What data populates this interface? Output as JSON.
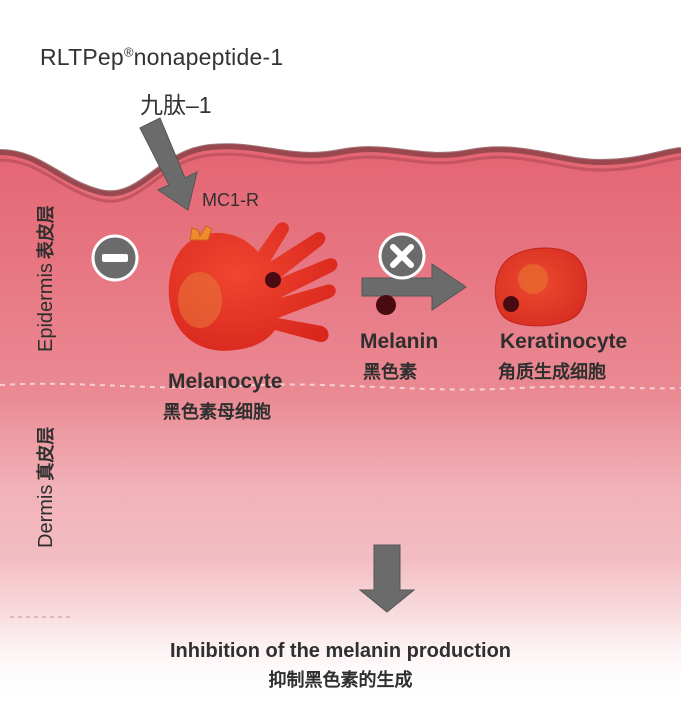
{
  "peptide": {
    "name": "RLTPep",
    "registered_mark": "®",
    "suffix": "nonapeptide-1",
    "name_cn": "九肽–1"
  },
  "receptor": {
    "label": "MC1-R"
  },
  "layers": {
    "epidermis": {
      "label_en": "Epidermis",
      "label_cn": "表皮层"
    },
    "dermis": {
      "label_en": "Dermis",
      "label_cn": "真皮层"
    }
  },
  "cells": {
    "melanocyte": {
      "label_en": "Melanocyte",
      "label_cn": "黑色素母细胞"
    },
    "melanin": {
      "label_en": "Melanin",
      "label_cn": "黑色素"
    },
    "keratinocyte": {
      "label_en": "Keratinocyte",
      "label_cn": "角质生成细胞"
    }
  },
  "symbols": {
    "inhibit_icon": "minus-circle-icon",
    "block_icon": "x-circle-icon"
  },
  "result": {
    "label_en": "Inhibition of the melanin production",
    "label_cn": "抑制黑色素的生成"
  },
  "colors": {
    "cell_red": "#e0281f",
    "arrow_gray": "#6b6b6b",
    "melanin_dark": "#4a0a12",
    "tissue_pink": "#e8707c"
  }
}
